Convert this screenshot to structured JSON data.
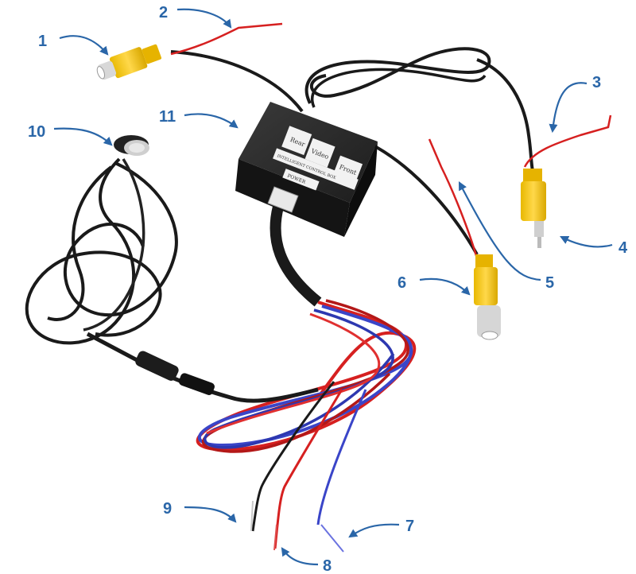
{
  "callouts": [
    {
      "id": "1",
      "label": "1"
    },
    {
      "id": "2",
      "label": "2"
    },
    {
      "id": "3",
      "label": "3"
    },
    {
      "id": "4",
      "label": "4"
    },
    {
      "id": "5",
      "label": "5"
    },
    {
      "id": "6",
      "label": "6"
    },
    {
      "id": "7",
      "label": "7"
    },
    {
      "id": "8",
      "label": "8"
    },
    {
      "id": "9",
      "label": "9"
    },
    {
      "id": "10",
      "label": "10"
    },
    {
      "id": "11",
      "label": "11"
    }
  ],
  "box_labels": {
    "power": "POWER",
    "rear": "Rear",
    "video": "Video",
    "front": "Front",
    "model": "INTELLIGENT CONTROL BOX"
  },
  "colors": {
    "accent": "#2a66a8",
    "rca_yellow": "#f2c500",
    "cable_black": "#1a1a1a",
    "wire_red": "#d62020",
    "wire_blue": "#3a45c8"
  }
}
